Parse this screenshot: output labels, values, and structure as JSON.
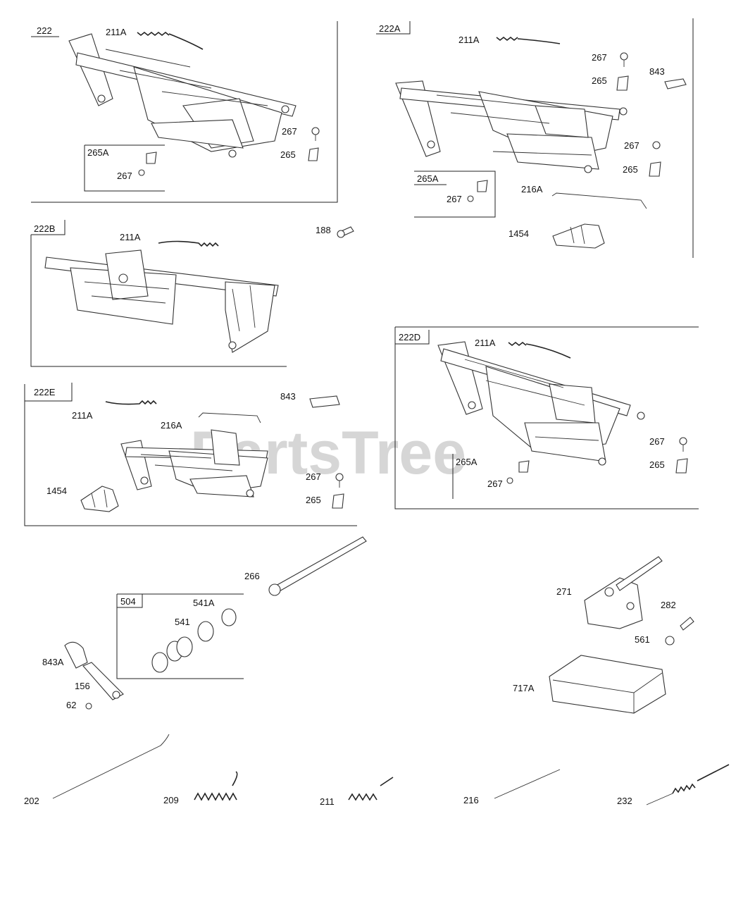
{
  "watermark": "PartsTree",
  "groups": {
    "g222": {
      "label": "222",
      "inner_label": "265A",
      "parts": {
        "p211A": "211A",
        "p267": "267",
        "p265": "265",
        "p267_inner": "267"
      }
    },
    "g222A": {
      "label": "222A",
      "inner_label": "265A",
      "parts": {
        "p211A": "211A",
        "p267a": "267",
        "p265a": "265",
        "p843": "843",
        "p267b": "267",
        "p265b": "265",
        "p216A": "216A",
        "p1454": "1454",
        "p267_inner": "267"
      }
    },
    "g222B": {
      "label": "222B",
      "parts": {
        "p211A": "211A",
        "p188": "188"
      }
    },
    "g222D": {
      "label": "222D",
      "inner_label": "265A",
      "parts": {
        "p211A": "211A",
        "p267": "267",
        "p265": "265",
        "p267_inner": "267"
      }
    },
    "g222E": {
      "label": "222E",
      "parts": {
        "p211A": "211A",
        "p843": "843",
        "p216A": "216A",
        "p1454": "1454",
        "p267": "267",
        "p265": "265"
      }
    },
    "g504": {
      "label": "504",
      "parts": {
        "p541A": "541A",
        "p541": "541"
      }
    }
  },
  "loose_parts": {
    "p266": "266",
    "p843A": "843A",
    "p156": "156",
    "p62": "62",
    "p271": "271",
    "p282": "282",
    "p561": "561",
    "p717A": "717A",
    "p202": "202",
    "p209": "209",
    "p211": "211",
    "p216": "216",
    "p232": "232"
  }
}
